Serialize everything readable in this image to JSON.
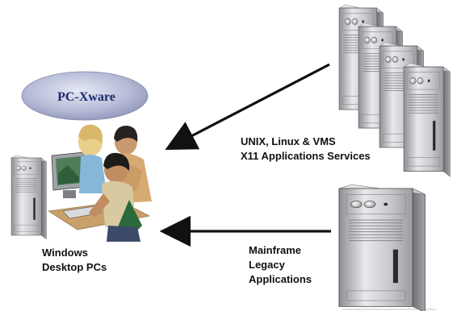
{
  "badge": {
    "text": "PC-Xware"
  },
  "labels": {
    "desktop_line1": "Windows",
    "desktop_line2": "Desktop PCs",
    "unix_line1": "UNIX, Linux & VMS",
    "unix_line2": "X11 Applications Services",
    "mainframe_line1": "Mainframe",
    "mainframe_line2": "Legacy",
    "mainframe_line3": "Applications"
  },
  "icons": [
    "server-tower-icon",
    "server-stack-icon",
    "mainframe-server-icon",
    "users-at-computer-icon",
    "arrow-left-icon"
  ]
}
